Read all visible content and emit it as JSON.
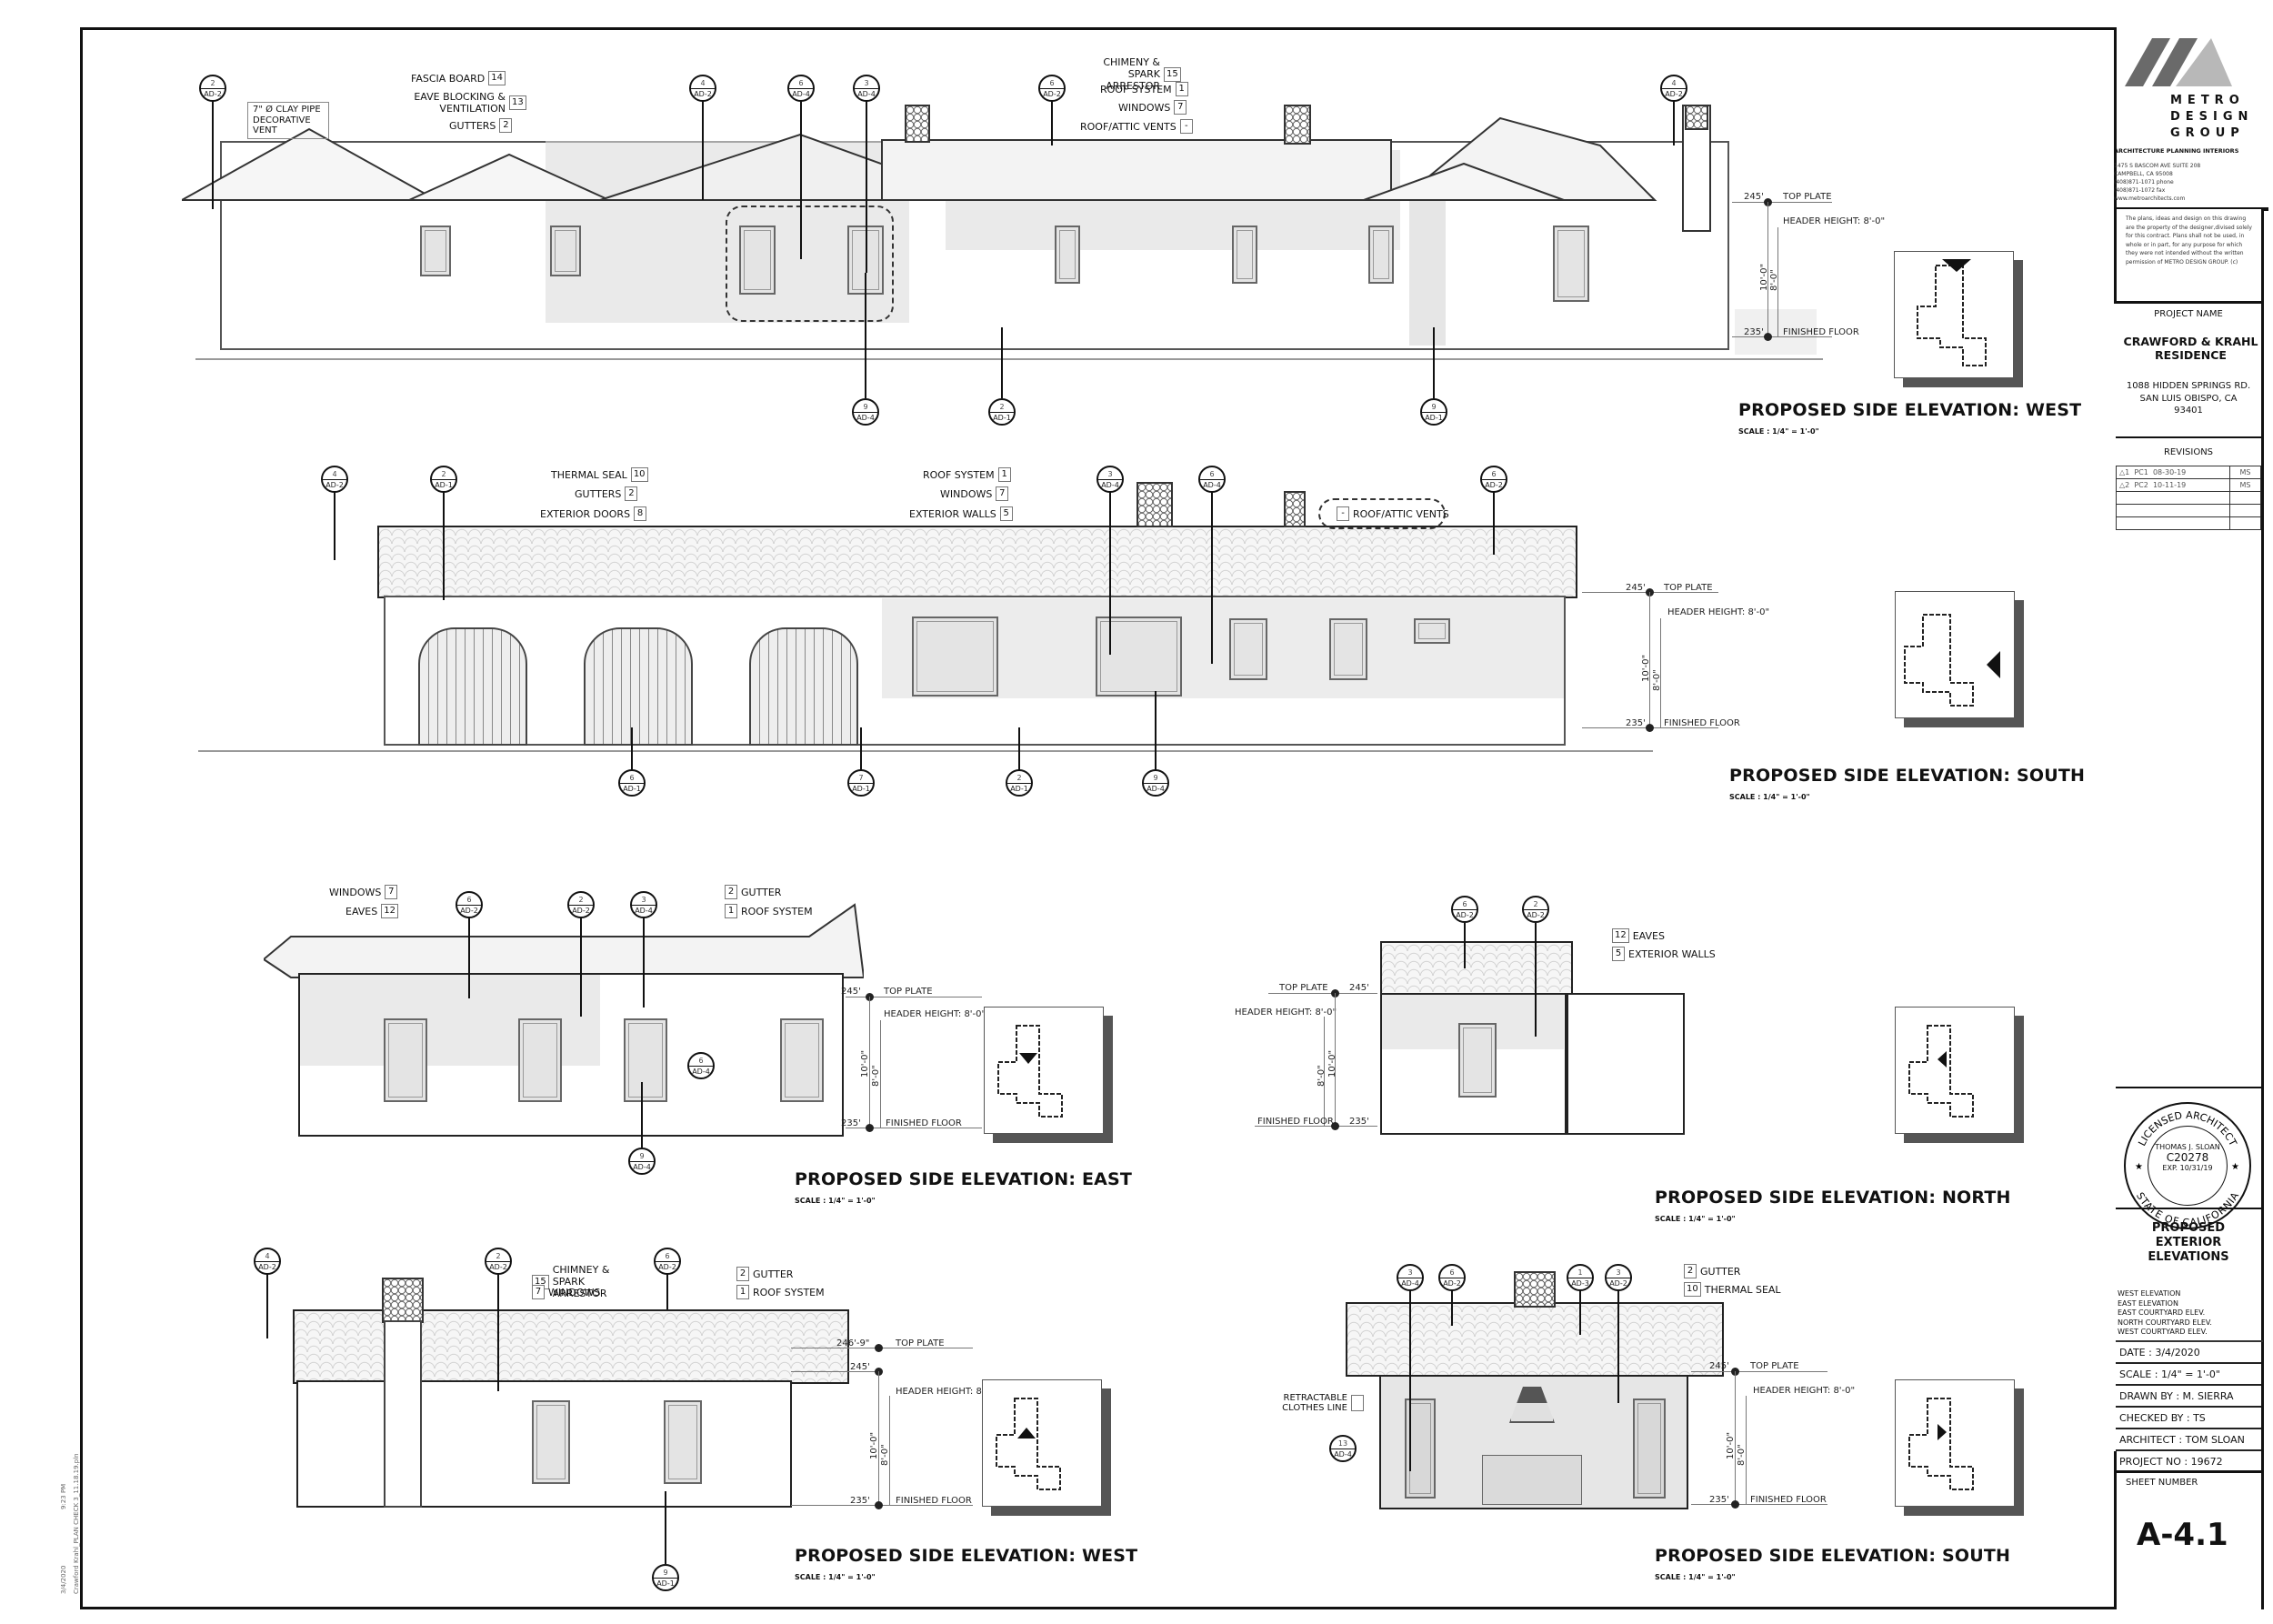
{
  "sheet": {
    "number": "A-4.1",
    "number_label": "SHEET NUMBER",
    "side_note": {
      "date": "3/4/2020",
      "time": "9:23 PM",
      "file": "Crawford Krahl_PLAN CHECK 3_11.18.19.pln"
    }
  },
  "firm": {
    "name_lines": [
      "METRO",
      "DESIGN",
      "GROUP"
    ],
    "tagline": "ARCHITECTURE PLANNING INTERIORS",
    "address_lines": [
      "1475 S BASCOM AVE SUITE 208",
      "CAMPBELL, CA 95008",
      "(408)871-1071 phone",
      "(408)871-1072 fax",
      "www.metroarchitects.com"
    ],
    "disclaimer": "The plans, ideas and design on this drawing are the property of the designer,divised solely for this contract. Plans shall not be used, in whole or in part, for any purpose for which they were not intended without the written permission of METRO DESIGN GROUP. (c)",
    "colors": {
      "logo_dark": "#6a6a6a",
      "logo_light": "#b8b8b8"
    }
  },
  "project": {
    "label": "PROJECT NAME",
    "name_line1": "CRAWFORD & KRAHL",
    "name_line2": "RESIDENCE",
    "address_line1": "1088 HIDDEN SPRINGS RD.",
    "address_line2": "SAN LUIS OBISPO, CA",
    "address_line3": "93401"
  },
  "revisions": {
    "label": "REVISIONS",
    "rows": [
      {
        "mark": "1",
        "code": "PC1",
        "date": "08-30-19",
        "by": "MS"
      },
      {
        "mark": "2",
        "code": "PC2",
        "date": "10-11-19",
        "by": "MS"
      },
      {
        "mark": "",
        "code": "",
        "date": "",
        "by": ""
      },
      {
        "mark": "",
        "code": "",
        "date": "",
        "by": ""
      },
      {
        "mark": "",
        "code": "",
        "date": "",
        "by": ""
      }
    ]
  },
  "stamp": {
    "ring_top": "LICENSED ARCHITECT",
    "ring_bottom": "STATE OF CALIFORNIA",
    "name": "THOMAS J. SLOAN",
    "license": "C20278",
    "exp": "EXP. 10/31/19"
  },
  "sheet_title": {
    "line1": "PROPOSED",
    "line2": "EXTERIOR",
    "line3": "ELEVATIONS",
    "contents": [
      "WEST ELEVATION",
      "EAST ELEVATION",
      "EAST COURTYARD ELEV.",
      "NORTH COURTYARD ELEV.",
      "WEST COURTYARD ELEV."
    ]
  },
  "info": {
    "date": "DATE  :  3/4/2020",
    "scale": "SCALE  :   1/4\" = 1'-0\"",
    "drawn_by": "DRAWN BY :  M. SIERRA",
    "checked_by": "CHECKED BY :   TS",
    "architect": "ARCHITECT :  TOM SLOAN",
    "project_no": "PROJECT NO :   19672"
  },
  "levels": {
    "top_plate": "TOP PLATE",
    "header": "HEADER HEIGHT: 8'-0\"",
    "finished_floor": "FINISHED FLOOR",
    "el_top": "245'",
    "el_floor": "235'",
    "el_ridge": "246'-9\"",
    "dim_10": "10'-0\"",
    "dim_8": "8'-0\""
  },
  "elevations": [
    {
      "id": "west-main",
      "title": "PROPOSED SIDE ELEVATION: WEST",
      "scale": "SCALE  : 1/4\" = 1'-0\"",
      "callouts": [
        {
          "label": "7\" Ø CLAY PIPE DECORATIVE VENT",
          "num": ""
        },
        {
          "label": "FASCIA BOARD",
          "num": "14"
        },
        {
          "label": "EAVE BLOCKING & VENTILATION",
          "num": "13"
        },
        {
          "label": "GUTTERS",
          "num": "2"
        },
        {
          "label": "CHIMENY & SPARK ARRESTOR",
          "num": "15"
        },
        {
          "label": "ROOF SYSTEM",
          "num": "1"
        },
        {
          "label": "WINDOWS",
          "num": "7"
        },
        {
          "label": "ROOF/ATTIC VENTS",
          "num": "-"
        }
      ],
      "bubbles_top": [
        {
          "n": "2",
          "ref": "AD-2"
        },
        {
          "n": "4",
          "ref": "AD-2"
        },
        {
          "n": "6",
          "ref": "AD-4"
        },
        {
          "n": "3",
          "ref": "AD-4"
        },
        {
          "n": "6",
          "ref": "AD-2"
        },
        {
          "n": "4",
          "ref": "AD-2"
        }
      ],
      "bubbles_bottom": [
        {
          "n": "9",
          "ref": "AD-4"
        },
        {
          "n": "2",
          "ref": "AD-1"
        },
        {
          "n": "9",
          "ref": "AD-1"
        }
      ]
    },
    {
      "id": "south-main",
      "title": "PROPOSED SIDE ELEVATION: SOUTH",
      "scale": "SCALE  : 1/4\" = 1'-0\"",
      "callouts": [
        {
          "label": "THERMAL SEAL",
          "num": "10"
        },
        {
          "label": "GUTTERS",
          "num": "2"
        },
        {
          "label": "EXTERIOR DOORS",
          "num": "8"
        },
        {
          "label": "ROOF SYSTEM",
          "num": "1"
        },
        {
          "label": "WINDOWS",
          "num": "7"
        },
        {
          "label": "EXTERIOR WALLS",
          "num": "5"
        },
        {
          "label": "ROOF/ATTIC VENTS",
          "num": "-"
        }
      ],
      "bubbles_top": [
        {
          "n": "4",
          "ref": "AD-2"
        },
        {
          "n": "2",
          "ref": "AD-1"
        },
        {
          "n": "3",
          "ref": "AD-4"
        },
        {
          "n": "6",
          "ref": "AD-4"
        },
        {
          "n": "6",
          "ref": "AD-2"
        }
      ],
      "bubbles_bottom": [
        {
          "n": "6",
          "ref": "AD-1"
        },
        {
          "n": "7",
          "ref": "AD-1"
        },
        {
          "n": "2",
          "ref": "AD-1"
        },
        {
          "n": "9",
          "ref": "AD-4"
        }
      ]
    },
    {
      "id": "east",
      "title": "PROPOSED SIDE ELEVATION: EAST",
      "scale": "SCALE  : 1/4\" = 1'-0\"",
      "callouts": [
        {
          "label": "WINDOWS",
          "num": "7"
        },
        {
          "label": "EAVES",
          "num": "12"
        },
        {
          "label": "GUTTER",
          "num": "2"
        },
        {
          "label": "ROOF SYSTEM",
          "num": "1"
        }
      ],
      "bubbles_top": [
        {
          "n": "6",
          "ref": "AD-2"
        },
        {
          "n": "2",
          "ref": "AD-2"
        },
        {
          "n": "3",
          "ref": "AD-4"
        }
      ],
      "bubbles_side": [
        {
          "n": "6",
          "ref": "AD-4"
        }
      ],
      "bubbles_bottom": [
        {
          "n": "9",
          "ref": "AD-4"
        }
      ]
    },
    {
      "id": "north",
      "title": "PROPOSED SIDE ELEVATION: NORTH",
      "scale": "SCALE  : 1/4\" = 1'-0\"",
      "callouts": [
        {
          "label": "EAVES",
          "num": "12"
        },
        {
          "label": "EXTERIOR WALLS",
          "num": "5"
        }
      ],
      "bubbles_top": [
        {
          "n": "6",
          "ref": "AD-2"
        },
        {
          "n": "2",
          "ref": "AD-2"
        }
      ]
    },
    {
      "id": "west-courtyard",
      "title": "PROPOSED SIDE ELEVATION: WEST",
      "scale": "SCALE  : 1/4\" = 1'-0\"",
      "callouts": [
        {
          "label": "CHIMNEY & SPARK ARRESTOR",
          "num": "15"
        },
        {
          "label": "WINDOWS",
          "num": "7"
        },
        {
          "label": "GUTTER",
          "num": "2"
        },
        {
          "label": "ROOF SYSTEM",
          "num": "1"
        }
      ],
      "bubbles_top": [
        {
          "n": "4",
          "ref": "AD-2"
        },
        {
          "n": "2",
          "ref": "AD-2"
        },
        {
          "n": "6",
          "ref": "AD-2"
        }
      ],
      "bubbles_bottom": [
        {
          "n": "9",
          "ref": "AD-1"
        }
      ]
    },
    {
      "id": "south-courtyard",
      "title": "PROPOSED SIDE ELEVATION: SOUTH",
      "scale": "SCALE  : 1/4\" = 1'-0\"",
      "callouts": [
        {
          "label": "GUTTER",
          "num": "2"
        },
        {
          "label": "THERMAL SEAL",
          "num": "10"
        },
        {
          "label": "RETRACTABLE CLOTHES LINE",
          "num": ""
        }
      ],
      "bubbles_top": [
        {
          "n": "3",
          "ref": "AD-4"
        },
        {
          "n": "6",
          "ref": "AD-2"
        },
        {
          "n": "1",
          "ref": "AD-3"
        },
        {
          "n": "3",
          "ref": "AD-2"
        }
      ],
      "bubbles_side": [
        {
          "n": "13",
          "ref": "AD-4"
        }
      ]
    }
  ]
}
